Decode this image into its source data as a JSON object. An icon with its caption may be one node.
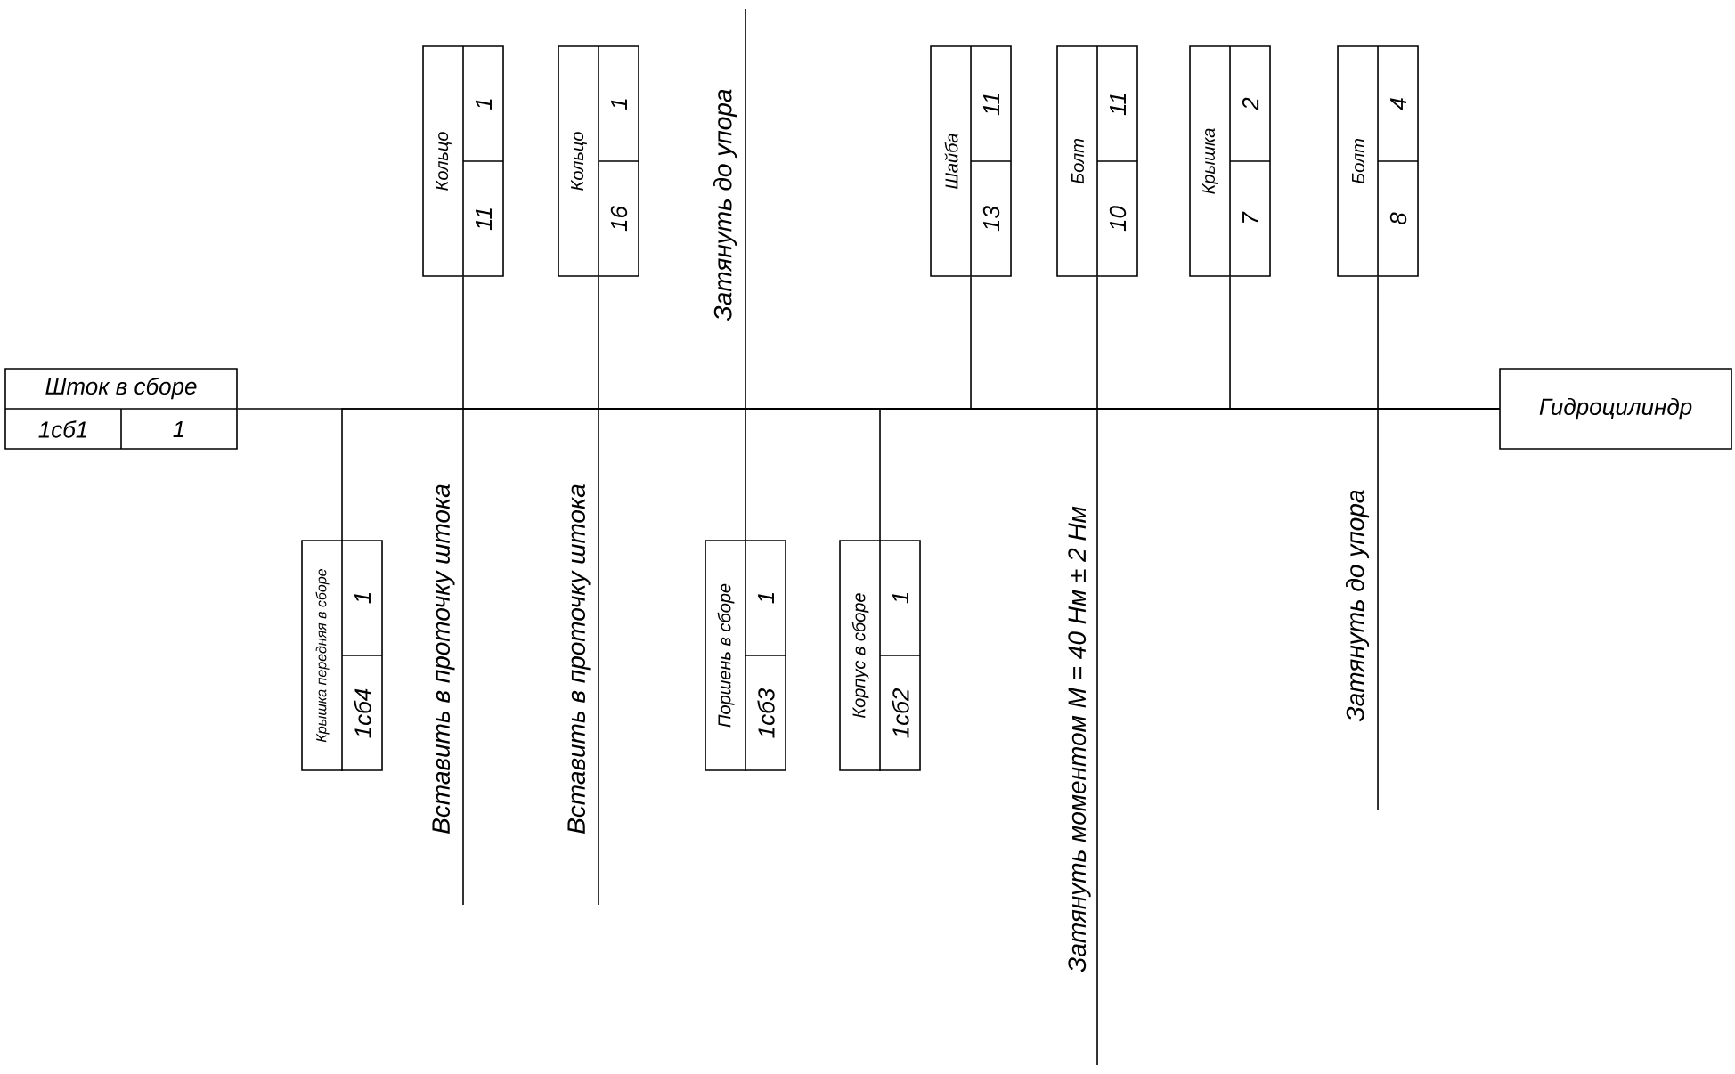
{
  "diagram": {
    "nodes": [
      {
        "text": [
          "Шток в сборе",
          "1сб1",
          "1"
        ]
      },
      {
        "text": [
          "Гидроцилиндр"
        ]
      },
      {
        "text": [
          "Крышка передняя в сборе",
          "1сб4",
          "1"
        ]
      },
      {
        "text": [
          "Кольцо",
          "11",
          "1"
        ]
      },
      {
        "text": [
          "Кольцо",
          "16",
          "1"
        ]
      },
      {
        "text": [
          "Поршень в сборе",
          "1сб3",
          "1"
        ]
      },
      {
        "text": [
          "Корпус в сборе",
          "1сб2",
          "1"
        ]
      },
      {
        "text": [
          "Шайба",
          "13",
          "11"
        ]
      },
      {
        "text": [
          "Болт",
          "10",
          "11"
        ]
      },
      {
        "text": [
          "Крышка",
          "7",
          "2"
        ]
      },
      {
        "text": [
          "Болт",
          "8",
          "4"
        ]
      }
    ],
    "edges": [
      {
        "from": 0,
        "to": 1,
        "arrow": "none"
      },
      {
        "from": 2,
        "to": 1,
        "arrow": "none"
      },
      {
        "from": 3,
        "to": 1,
        "arrow": "none"
      },
      {
        "from": 4,
        "to": 1,
        "arrow": "none"
      },
      {
        "from": 5,
        "to": 1,
        "arrow": "none"
      },
      {
        "from": 6,
        "to": 1,
        "arrow": "none"
      },
      {
        "from": 7,
        "to": 1,
        "arrow": "none"
      },
      {
        "from": 8,
        "to": 1,
        "arrow": "none"
      },
      {
        "from": 9,
        "to": 1,
        "arrow": "none"
      },
      {
        "from": 10,
        "to": 1,
        "arrow": "none"
      }
    ],
    "labels": [
      "Затянуть до упора",
      "Вставить в проточку штока",
      "Вставить в проточку штока",
      "Затянуть моментом М = 40 Нм ± 2 Нм",
      "Затянуть до упора"
    ]
  }
}
